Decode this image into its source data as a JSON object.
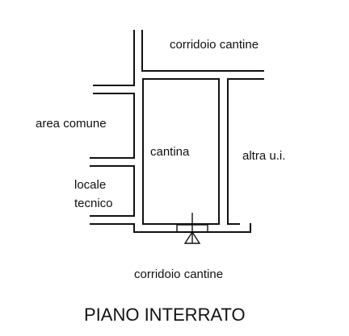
{
  "labels": {
    "top_corridor": "corridoio cantine",
    "common_area": "area comune",
    "cellar": "cantina",
    "other_unit": "altra u.i.",
    "technical_room_line1": "locale",
    "technical_room_line2": "tecnico",
    "bottom_corridor": "corridoio cantine"
  },
  "title": "PIANO INTERRATO",
  "colors": {
    "ink": "#111111",
    "background": "#ffffff"
  }
}
